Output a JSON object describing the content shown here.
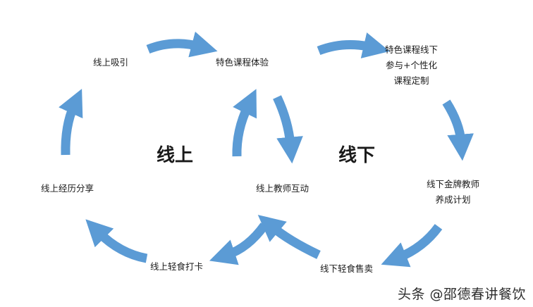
{
  "colors": {
    "arrow": "#5b9bd5",
    "text": "#1a1a1a"
  },
  "nodes": {
    "online_attract": "线上吸引",
    "feature_course_experience": "特色课程体验",
    "feature_course_offline": [
      "特色课程线下",
      "参与+个性化",
      "课程定制"
    ],
    "online_experience_share": "线上经历分享",
    "online_teacher_interaction": "线上教师互动",
    "offline_gold_teacher": [
      "线下金牌教师",
      "养成计划"
    ],
    "online_light_food_checkin": "线上轻食打卡",
    "offline_light_food_sales": "线下轻食售卖"
  },
  "section_labels": {
    "online": "线上",
    "offline": "线下"
  },
  "watermark": "头条 @邵德春讲餐饮"
}
